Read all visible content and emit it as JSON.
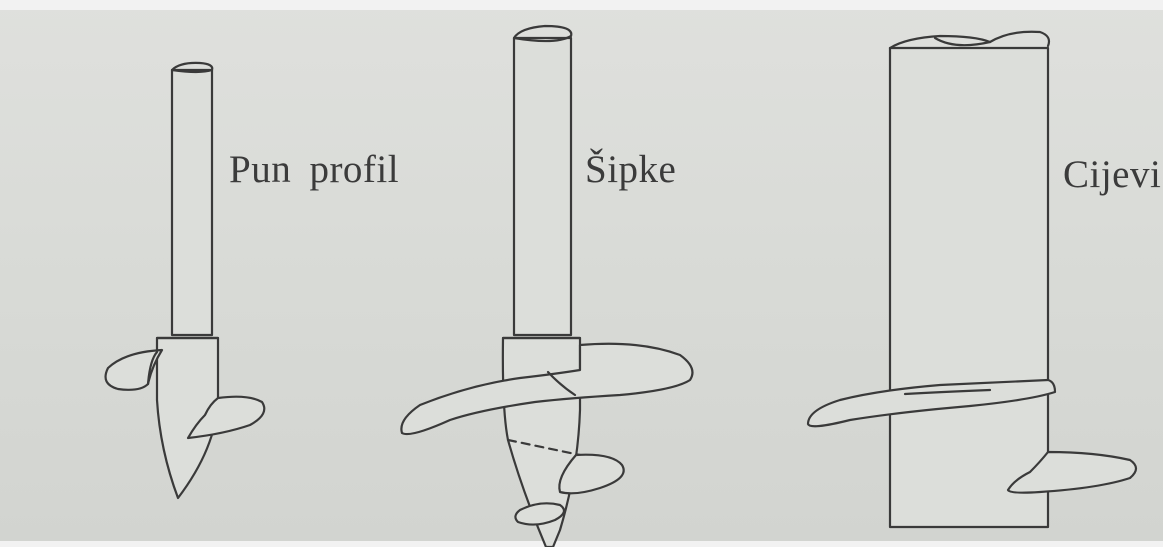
{
  "labels": {
    "solid_profile": "Pun profil",
    "rods": "Šipke",
    "pipes": "Cijevi"
  },
  "colors": {
    "paper": "#dcdeda",
    "ink": "#3a3a3a"
  }
}
